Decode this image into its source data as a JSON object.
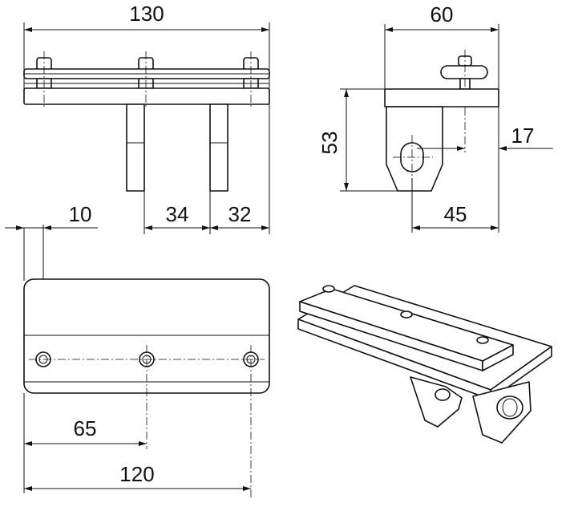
{
  "drawing": {
    "front_view": {
      "dim_width": "130",
      "dim_left": "10",
      "dim_mid": "34",
      "dim_right": "32"
    },
    "side_view": {
      "dim_width": "60",
      "dim_height": "53",
      "dim_offset": "17",
      "dim_bottom": "45"
    },
    "top_view": {
      "dim_hole": "65",
      "dim_total": "120"
    }
  }
}
